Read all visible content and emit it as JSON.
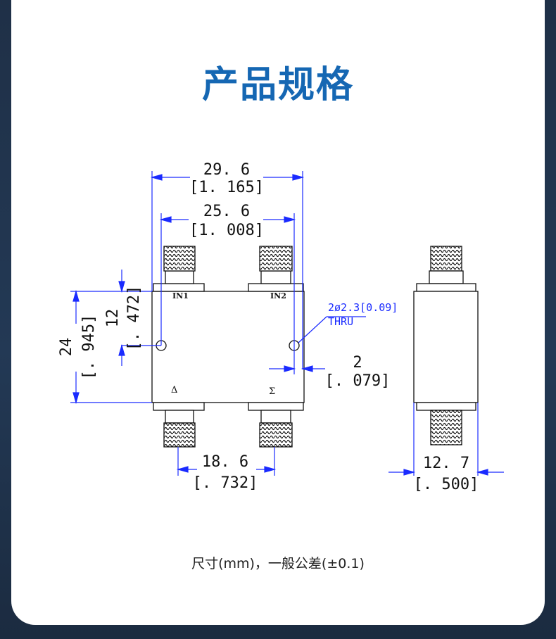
{
  "page": {
    "title": "产品规格",
    "caption": "尺寸(mm)，一般公差(±0.1)"
  },
  "drawing": {
    "overall_width": {
      "mm": "29. 6",
      "inch": "[1. 165]"
    },
    "port_spacing_top": {
      "mm": "25. 6",
      "inch": "[1. 008]"
    },
    "port_spacing_bottom": {
      "mm": "18. 6",
      "inch": "[. 732]"
    },
    "overall_height": {
      "mm": "24",
      "inch": "[. 945]"
    },
    "hole_offset": {
      "mm": "12",
      "inch": "[. 472]"
    },
    "hole_edge": {
      "mm": "2",
      "inch": "[. 079]"
    },
    "side_thickness": {
      "mm": "12. 7",
      "inch": "[. 500]"
    },
    "hole_note": {
      "line1": "2ø2.3[0.09]",
      "line2": "THRU"
    },
    "port_labels": {
      "in1": "IN1",
      "in2": "IN2",
      "delta": "Δ",
      "sigma": "Σ"
    },
    "colors": {
      "outline": "#111111",
      "dimension": "#1a2bff",
      "title": "#1567b3"
    }
  }
}
